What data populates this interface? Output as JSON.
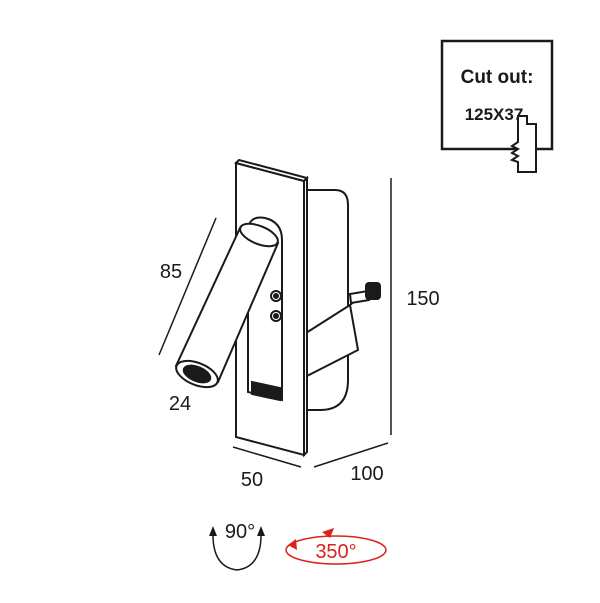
{
  "cutout": {
    "label": "Cut out:",
    "size": "125X37"
  },
  "dimensions": {
    "arm_length": "85",
    "arm_diameter": "24",
    "height": "150",
    "width": "50",
    "depth": "100"
  },
  "rotation": {
    "tilt": "90°",
    "swivel": "350°"
  },
  "colors": {
    "line": "#1a1a1a",
    "accent": "#d9231d"
  }
}
